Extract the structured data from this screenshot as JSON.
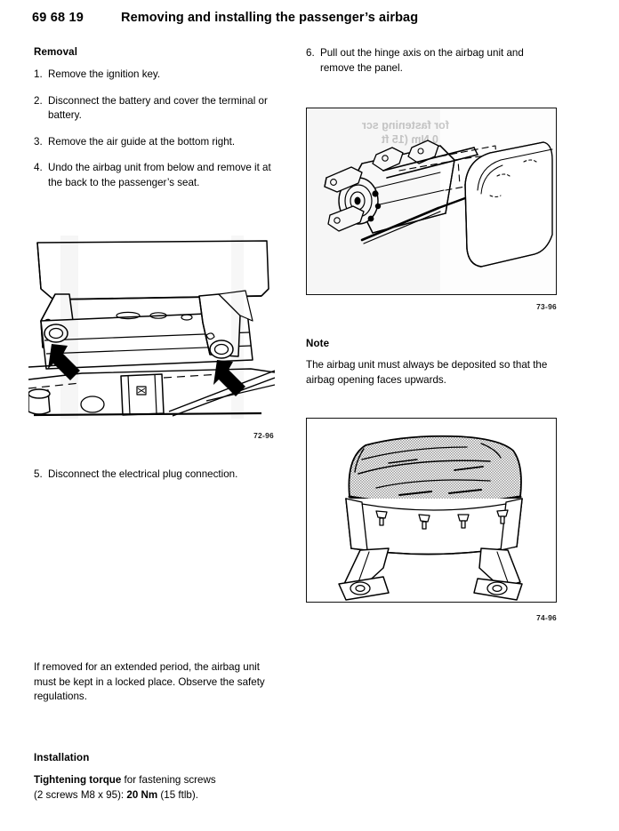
{
  "header": {
    "number": "69 68 19",
    "title": "Removing and installing the passenger’s airbag"
  },
  "left_column": {
    "removal_heading": "Removal",
    "steps": [
      {
        "num": "1.",
        "text": "Remove the ignition key."
      },
      {
        "num": "2.",
        "text": "Disconnect the battery and cover the terminal or battery."
      },
      {
        "num": "3.",
        "text": "Remove the air guide at the bottom right."
      },
      {
        "num": "4.",
        "text": "Undo the airbag unit from below and remove it at the back to the passenger’s seat."
      },
      {
        "num": "5.",
        "text": "Disconnect the electrical plug connection."
      }
    ],
    "figure_caption": "72-96",
    "storage_note": "If removed for an extended period, the airbag unit must be kept in a locked place. Observe the safety regulations.",
    "installation_heading": "Installation",
    "torque_line_1_bold": "Tightening torque",
    "torque_line_1_rest": " for fastening screws",
    "torque_line_2_pre": "(2 screws M8 x 95): ",
    "torque_line_2_bold": "20 Nm",
    "torque_line_2_post": " (15 ftlb)."
  },
  "right_column": {
    "step": {
      "num": "6.",
      "text": "Pull out the hinge axis on the airbag unit and remove the panel."
    },
    "figure_1_caption": "73-96",
    "note_heading": "Note",
    "note_text": "The airbag unit must always be deposited so that the airbag opening faces upwards.",
    "figure_2_caption": "74-96"
  },
  "bleed_through": {
    "text_1": "for fastening scr",
    "text_2": "0 Nm (15 ft"
  },
  "colors": {
    "ink": "#000000",
    "figure_border": "#111111",
    "bleed": "#c9c9c9",
    "hatch_fill": "#b8b8b8"
  }
}
